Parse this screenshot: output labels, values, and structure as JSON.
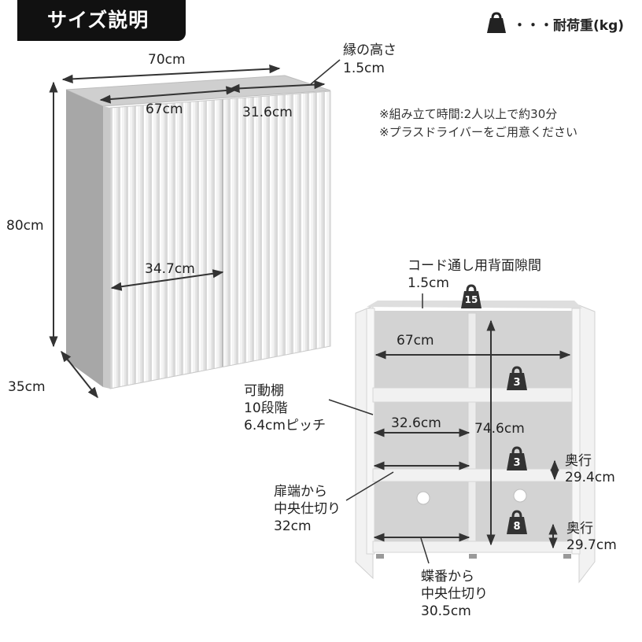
{
  "header": {
    "title": "サイズ説明"
  },
  "legend": {
    "icon": "weight-icon",
    "label": "・・・耐荷重(kg)"
  },
  "notes": [
    "※組み立て時間:2人以上で約30分",
    "※プラスドライバーをご用意ください"
  ],
  "exterior": {
    "width": "70cm",
    "inner_width": "67cm",
    "door_width": "31.6cm",
    "height": "80cm",
    "depth": "35cm",
    "door_inner": "34.7cm",
    "rim_height_label": "縁の高さ",
    "rim_height_value": "1.5cm"
  },
  "interior": {
    "cord_gap_label": "コード通し用背面隙間",
    "cord_gap_value": "1.5cm",
    "inner_width": "67cm",
    "half_width": "32.6cm",
    "inner_height": "74.6cm",
    "shelf_label_1": "可動棚",
    "shelf_label_2": "10段階",
    "shelf_label_3": "6.4cmピッチ",
    "door_edge_1": "扉端から",
    "door_edge_2": "中央仕切り",
    "door_edge_3": "32cm",
    "hinge_1": "蝶番から",
    "hinge_2": "中央仕切り",
    "hinge_3": "30.5cm",
    "depth_upper_label": "奥行",
    "depth_upper_value": "29.4cm",
    "depth_lower_label": "奥行",
    "depth_lower_value": "29.7cm",
    "weights": {
      "top": "15",
      "upper": "3",
      "middle": "3",
      "bottom": "8"
    }
  }
}
